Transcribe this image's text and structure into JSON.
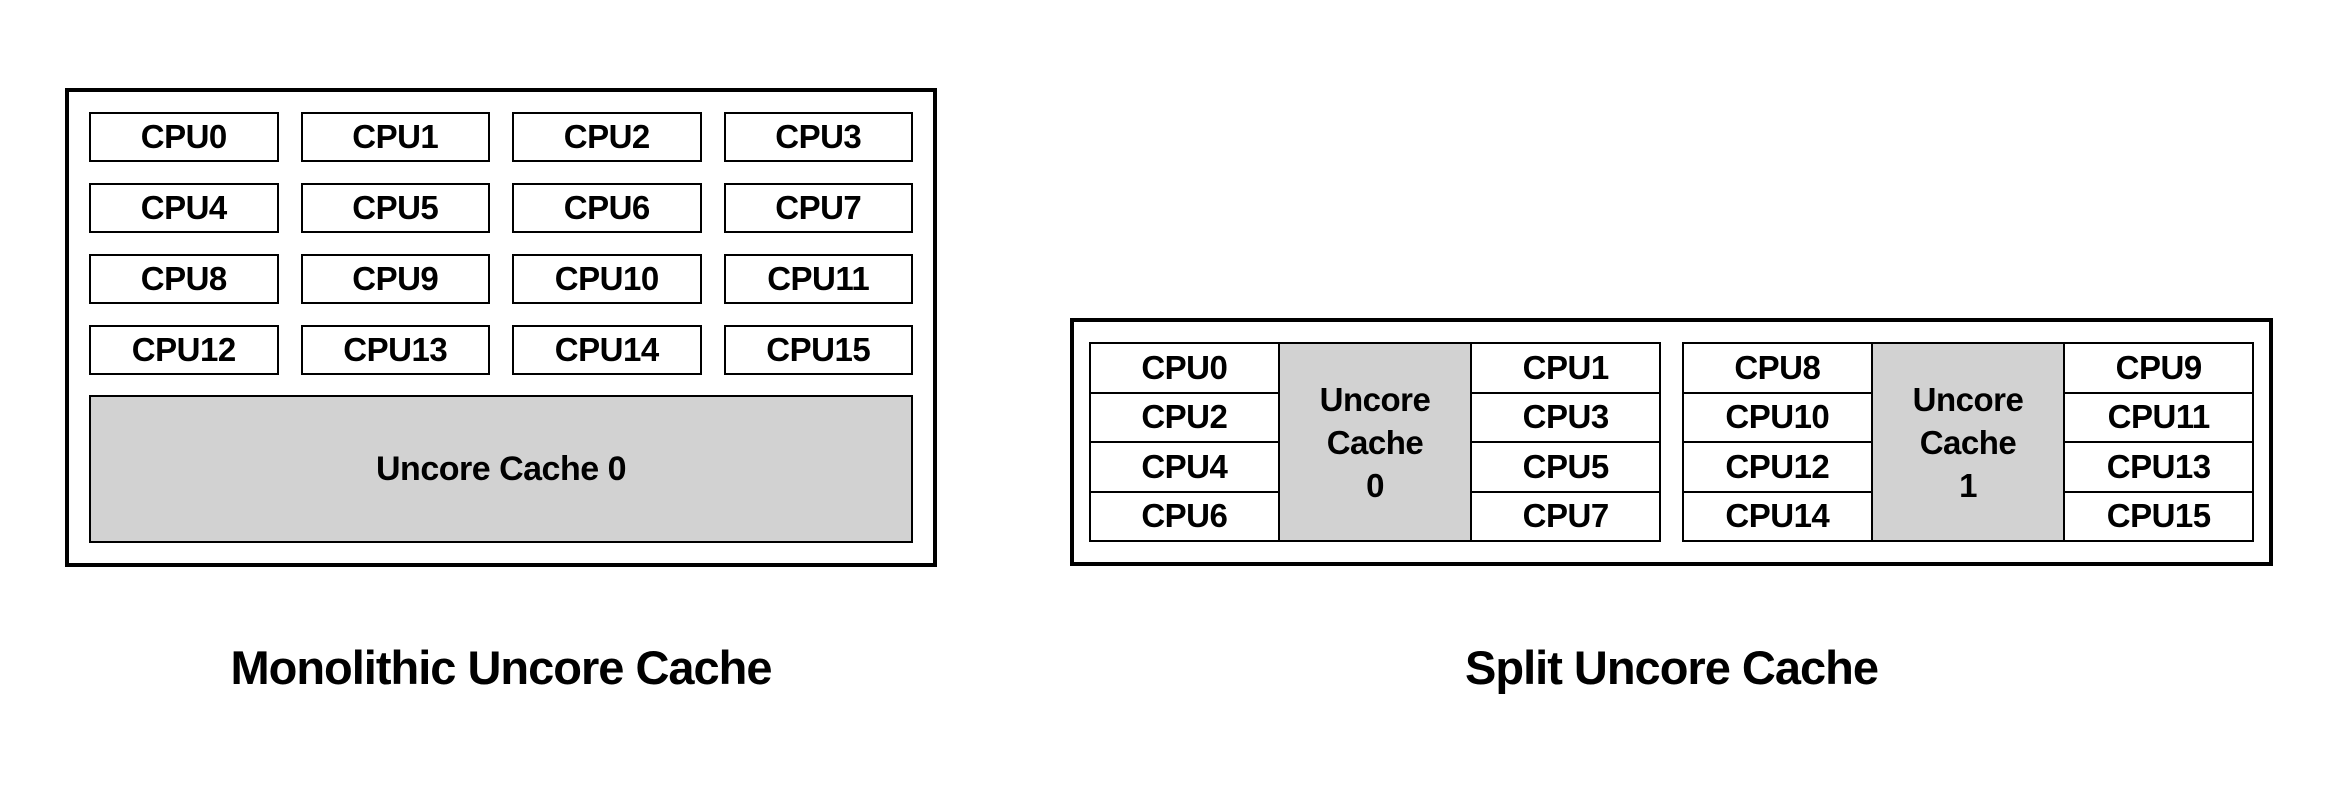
{
  "colors": {
    "background": "#ffffff",
    "border": "#000000",
    "text": "#000000",
    "cache_fill": "#d2d2d2"
  },
  "left_diagram": {
    "caption": "Monolithic Uncore Cache",
    "cpus": [
      "CPU0",
      "CPU1",
      "CPU2",
      "CPU3",
      "CPU4",
      "CPU5",
      "CPU6",
      "CPU7",
      "CPU8",
      "CPU9",
      "CPU10",
      "CPU11",
      "CPU12",
      "CPU13",
      "CPU14",
      "CPU15"
    ],
    "cache_label": "Uncore Cache 0"
  },
  "right_diagram": {
    "caption": "Split Uncore Cache",
    "groups": [
      {
        "left_cpus": [
          "CPU0",
          "CPU2",
          "CPU4",
          "CPU6"
        ],
        "cache_label": "Uncore Cache 0",
        "right_cpus": [
          "CPU1",
          "CPU3",
          "CPU5",
          "CPU7"
        ]
      },
      {
        "left_cpus": [
          "CPU8",
          "CPU10",
          "CPU12",
          "CPU14"
        ],
        "cache_label": "Uncore Cache 1",
        "right_cpus": [
          "CPU9",
          "CPU11",
          "CPU13",
          "CPU15"
        ]
      }
    ]
  }
}
